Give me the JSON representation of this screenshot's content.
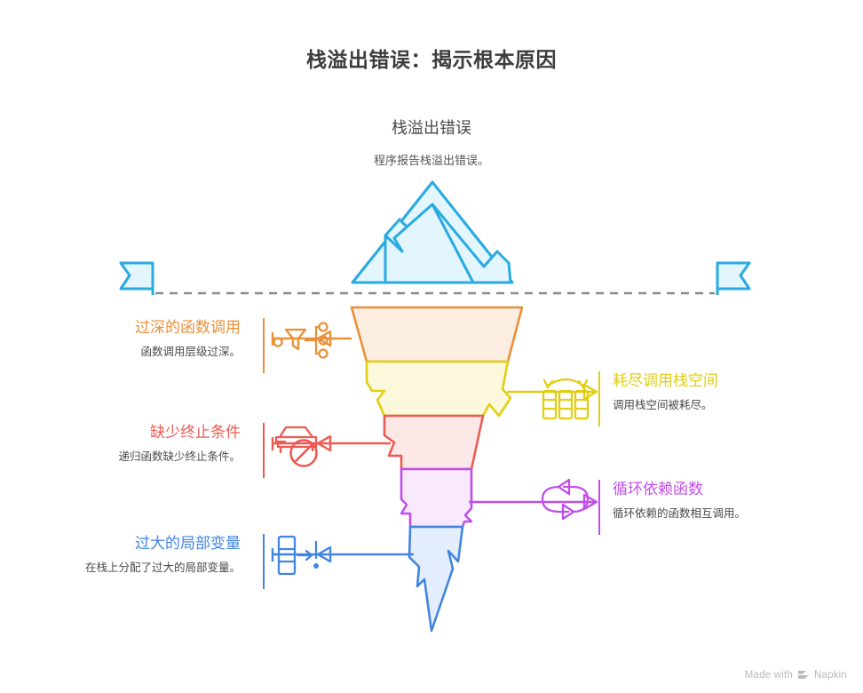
{
  "page": {
    "title": "栈溢出错误：揭示根本原因"
  },
  "funnel": {
    "heading": "栈溢出错误",
    "subtitle": "程序报告栈溢出错误。",
    "top_icon": "mountain-icon",
    "boundary_marker_left": "flag-icon",
    "boundary_marker_right": "flag-icon",
    "stages": [
      {
        "title": "过深的函数调用",
        "desc": "函数调用层级过深。",
        "color": "#E8913A",
        "fill": "#FCEDE1",
        "side": "left",
        "icon": "funnel-branch-icon"
      },
      {
        "title": "耗尽调用栈空间",
        "desc": "调用栈空间被耗尽。",
        "color": "#E0CE13",
        "fill": "#FCF8DC",
        "side": "right",
        "icon": "memory-columns-icon"
      },
      {
        "title": "缺少终止条件",
        "desc": "递归函数缺少终止条件。",
        "color": "#EE5A52",
        "fill": "#FCE8E7",
        "side": "left",
        "icon": "car-no-stop-icon"
      },
      {
        "title": "循环依赖函数",
        "desc": "循环依赖的函数相互调用。",
        "color": "#C04FE8",
        "fill": "#F9E9FC",
        "side": "right",
        "icon": "loop-cycle-icon"
      },
      {
        "title": "过大的局部变量",
        "desc": "在栈上分配了过大的局部变量。",
        "color": "#4285E0",
        "fill": "#E4EDFB",
        "side": "left",
        "icon": "stack-overflow-blocks-icon"
      }
    ]
  },
  "footer": {
    "made_with": "Made with",
    "brand": "Napkin"
  }
}
